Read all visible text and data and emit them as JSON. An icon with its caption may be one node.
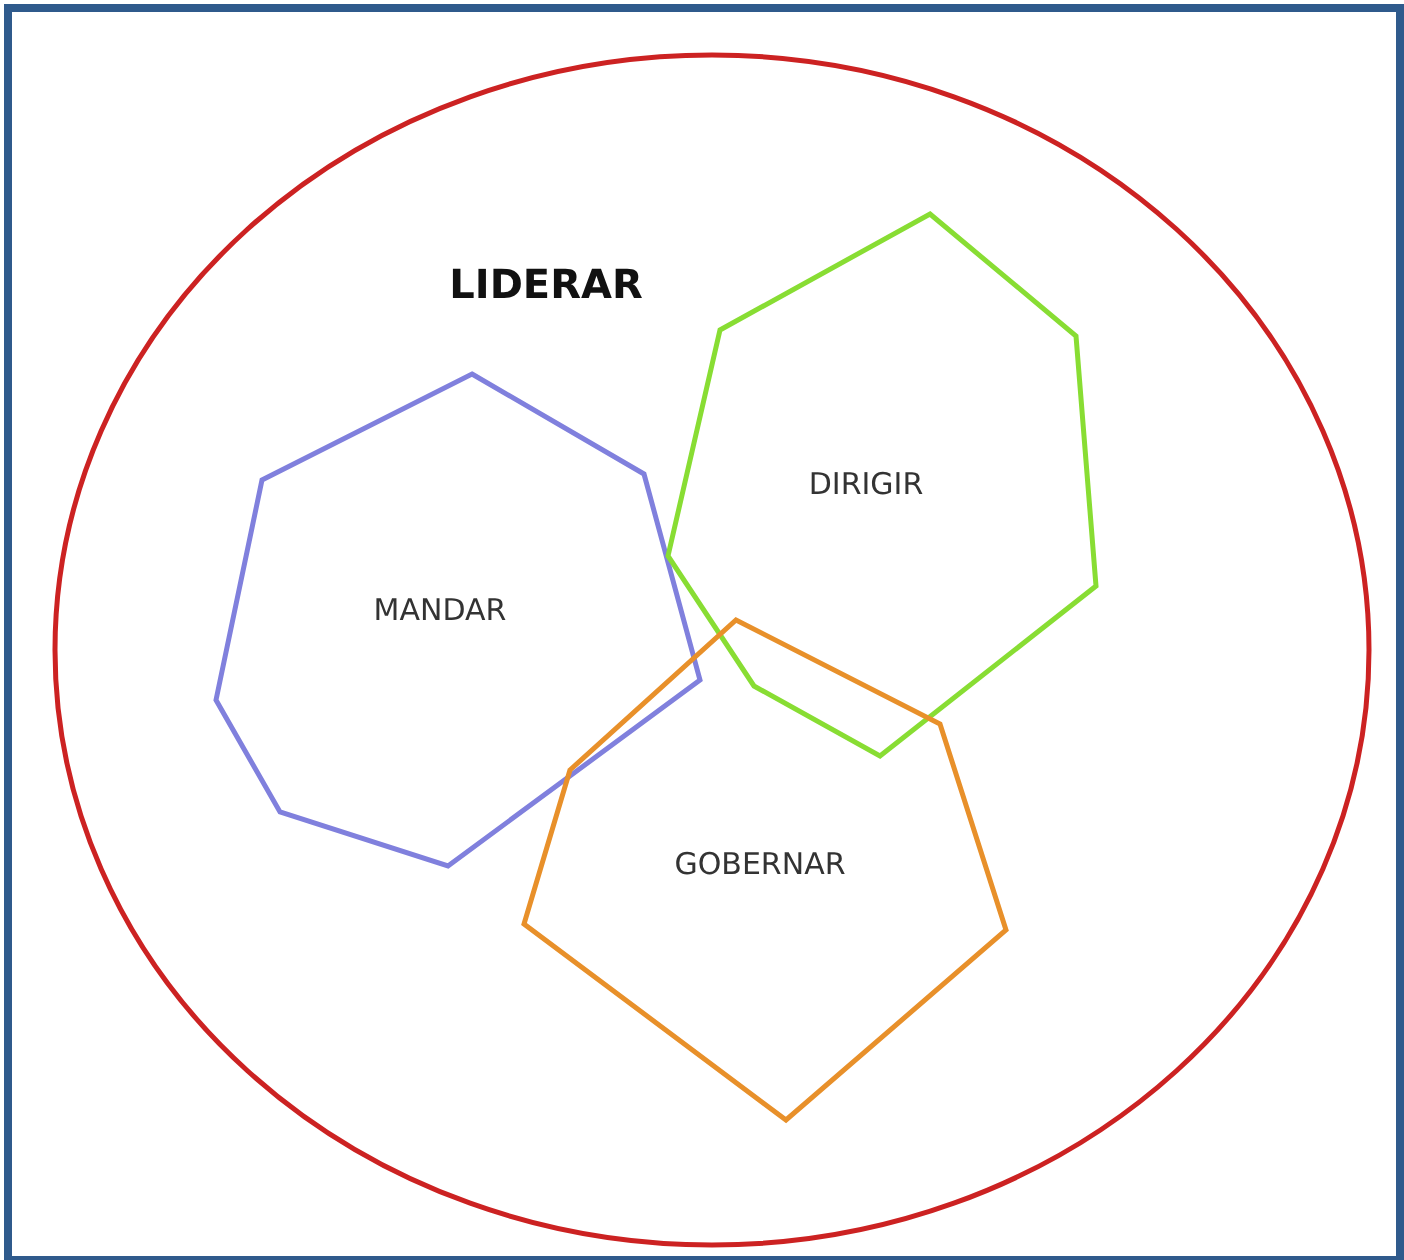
{
  "diagram": {
    "nodes": [
      {
        "text": [
          "LIDERAR"
        ]
      },
      {
        "text": [
          "MANDAR"
        ],
        "in": 0
      },
      {
        "text": [
          "DIRIGIR"
        ],
        "in": 0
      },
      {
        "text": [
          "GOBERNAR"
        ],
        "in": 0
      }
    ]
  }
}
